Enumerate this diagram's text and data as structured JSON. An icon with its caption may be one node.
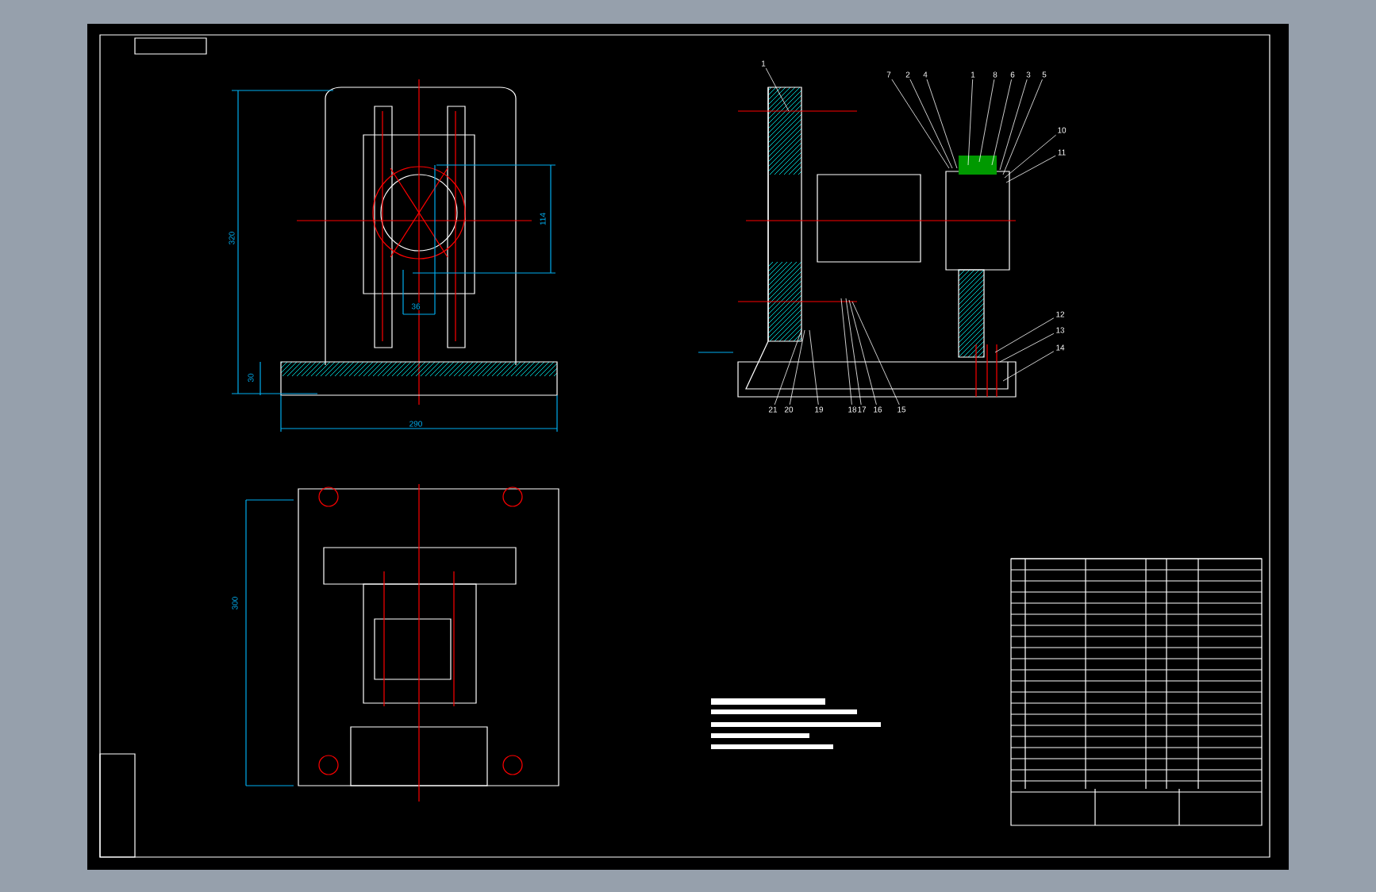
{
  "diagram": {
    "nodes": [
      {
        "text": [
          "1"
        ]
      },
      {
        "text": [
          "7"
        ]
      },
      {
        "text": [
          "2"
        ]
      },
      {
        "text": [
          "4"
        ]
      },
      {
        "text": [
          "1"
        ]
      },
      {
        "text": [
          "8"
        ]
      },
      {
        "text": [
          "6"
        ]
      },
      {
        "text": [
          "3"
        ]
      },
      {
        "text": [
          "5"
        ]
      },
      {
        "text": [
          "10"
        ]
      },
      {
        "text": [
          "11"
        ]
      },
      {
        "text": [
          "12"
        ]
      },
      {
        "text": [
          "13"
        ]
      },
      {
        "text": [
          "14"
        ]
      },
      {
        "text": [
          "21"
        ]
      },
      {
        "text": [
          "20"
        ]
      },
      {
        "text": [
          "19"
        ]
      },
      {
        "text": [
          "18"
        ]
      },
      {
        "text": [
          "17"
        ]
      },
      {
        "text": [
          "16"
        ]
      },
      {
        "text": [
          "15"
        ]
      },
      {
        "text": [],
        "shape": "picture"
      }
    ],
    "edges": [
      {
        "from": 0,
        "to": 21,
        "arrow": "none"
      },
      {
        "from": 1,
        "to": 21,
        "arrow": "none"
      },
      {
        "from": 2,
        "to": 21,
        "arrow": "none"
      },
      {
        "from": 3,
        "to": 21,
        "arrow": "none"
      },
      {
        "from": 4,
        "to": 21,
        "arrow": "none"
      },
      {
        "from": 5,
        "to": 21,
        "arrow": "none"
      },
      {
        "from": 6,
        "to": 21,
        "arrow": "none"
      },
      {
        "from": 7,
        "to": 21,
        "arrow": "none"
      },
      {
        "from": 8,
        "to": 21,
        "arrow": "none"
      },
      {
        "from": 9,
        "to": 21,
        "arrow": "none"
      },
      {
        "from": 10,
        "to": 21,
        "arrow": "none"
      },
      {
        "from": 11,
        "to": 21,
        "arrow": "none"
      },
      {
        "from": 12,
        "to": 21,
        "arrow": "none"
      },
      {
        "from": 13,
        "to": 21,
        "arrow": "none"
      },
      {
        "from": 14,
        "to": 21,
        "arrow": "none"
      },
      {
        "from": 15,
        "to": 21,
        "arrow": "none"
      },
      {
        "from": 16,
        "to": 21,
        "arrow": "none"
      },
      {
        "from": 17,
        "to": 21,
        "arrow": "none"
      },
      {
        "from": 18,
        "to": 21,
        "arrow": "none"
      },
      {
        "from": 19,
        "to": 21,
        "arrow": "none"
      },
      {
        "from": 20,
        "to": 21,
        "arrow": "none"
      }
    ],
    "labels": [
      "320",
      "114",
      "36",
      "30",
      "290",
      "300"
    ]
  }
}
